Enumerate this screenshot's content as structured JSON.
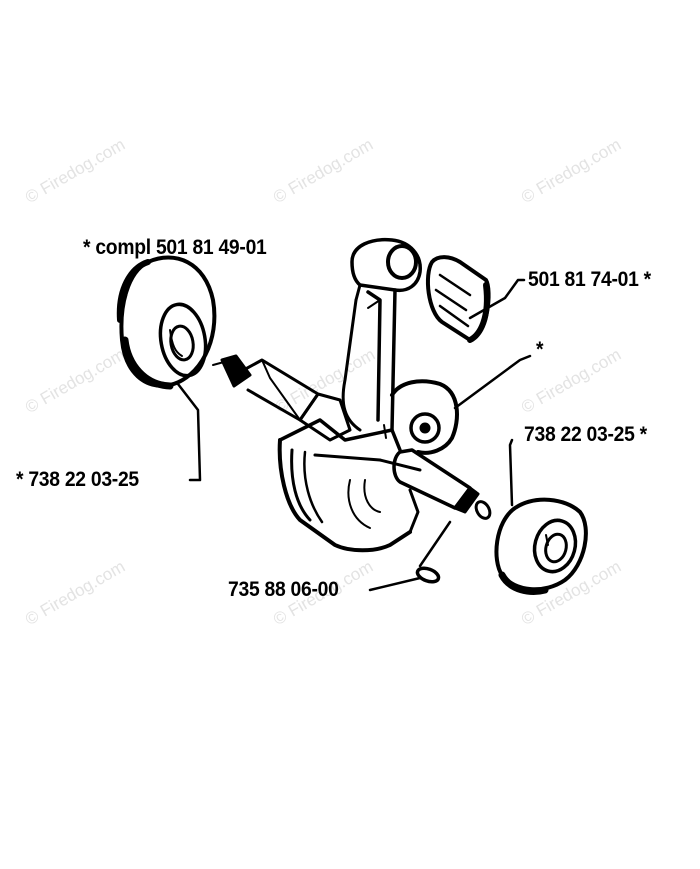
{
  "diagram": {
    "type": "exploded-parts-diagram",
    "subject": "crankshaft assembly",
    "watermark": "© Firedog.com",
    "callouts": [
      {
        "id": "crankshaft-complete",
        "prefix": "*",
        "text": "compl 501 81 49-01",
        "suffix": ""
      },
      {
        "id": "needle-bearing",
        "prefix": "",
        "text": "501 81 74-01",
        "suffix": "*"
      },
      {
        "id": "crank-pin-marker",
        "prefix": "",
        "text": "",
        "suffix": "*"
      },
      {
        "id": "ball-bearing-right",
        "prefix": "",
        "text": "738 22 03-25",
        "suffix": "*"
      },
      {
        "id": "ball-bearing-left",
        "prefix": "*",
        "text": "738 22 03-25",
        "suffix": ""
      },
      {
        "id": "woodruff-key",
        "prefix": "",
        "text": "735 88 06-00",
        "suffix": ""
      }
    ],
    "parts": [
      {
        "name": "connecting-rod"
      },
      {
        "name": "crankshaft"
      },
      {
        "name": "needle-bearing"
      },
      {
        "name": "ball-bearing-left"
      },
      {
        "name": "ball-bearing-right"
      },
      {
        "name": "woodruff-key"
      }
    ]
  },
  "labels": {
    "compl": "*  compl 501 81 49-01",
    "needle": "501 81 74-01  *",
    "star": "*",
    "bearing_right": "738 22 03-25  *",
    "bearing_left": "*  738 22 03-25",
    "key": "735 88 06-00"
  },
  "watermarks": [
    "© Firedog.com",
    "© Firedog.com",
    "© Firedog.com",
    "© Firedog.com",
    "© Firedog.com",
    "© Firedog.com",
    "© Firedog.com",
    "© Firedog.com",
    "© Firedog.com",
    "© Firedog.com",
    "© Firedog.com",
    "© Firedog.com"
  ]
}
